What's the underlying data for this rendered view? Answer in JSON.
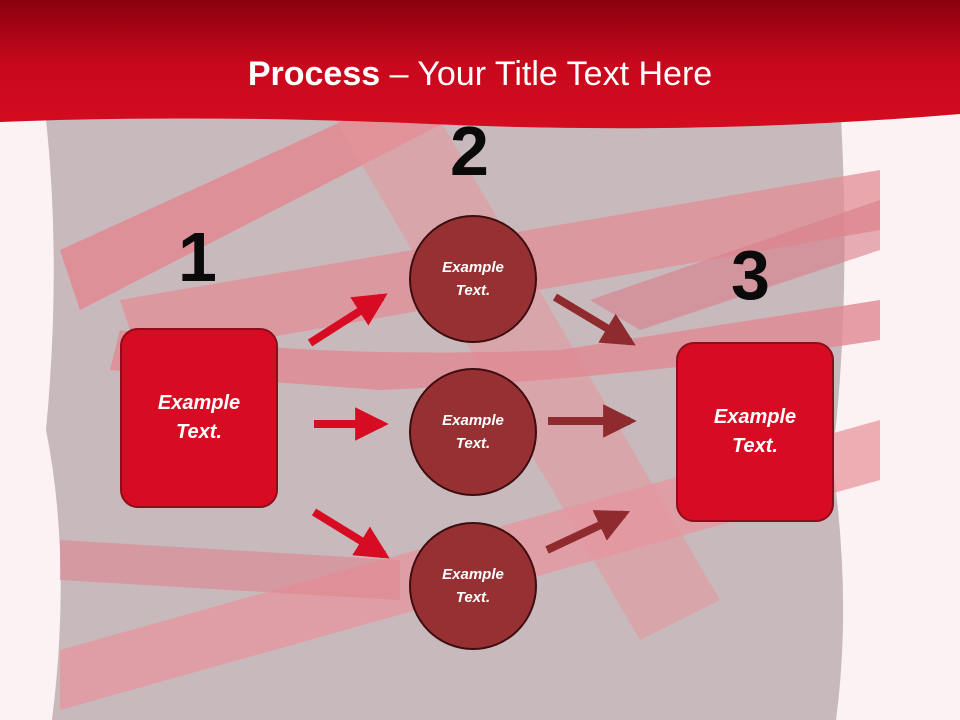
{
  "slide": {
    "title_bold": "Process",
    "title_rest": " – Your Title Text Here",
    "colors": {
      "banner": "#d70c22",
      "box": "#d70c22",
      "circle": "#963032",
      "arrow_red": "#d70c22",
      "arrow_dark": "#8f2a2e"
    },
    "numbers": [
      "1",
      "2",
      "3"
    ],
    "left_box": {
      "label": "Example\nText."
    },
    "circles": [
      {
        "label": "Example\nText."
      },
      {
        "label": "Example\nText."
      },
      {
        "label": "Example\nText."
      }
    ],
    "right_box": {
      "label": "Example\nText."
    }
  }
}
